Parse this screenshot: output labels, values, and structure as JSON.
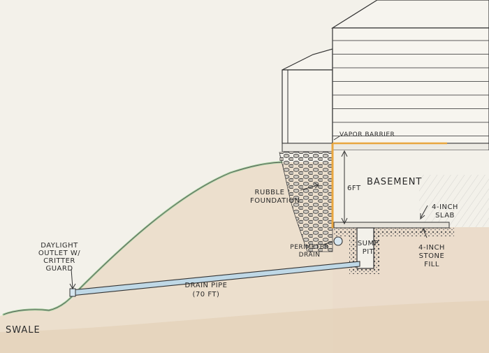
{
  "labels": {
    "vapor_barrier": "Vapor Barrier",
    "basement": "Basement",
    "height": "6FT",
    "slab_1": "4-inch",
    "slab_2": "Slab",
    "rubble_1": "Rubble",
    "rubble_2": "Foundation",
    "perimeter_1": "Perimeter",
    "perimeter_2": "Drain",
    "sump_1": "Sump",
    "sump_2": "Pit",
    "stone_1": "4-inch",
    "stone_2": "Stone",
    "stone_3": "Fill",
    "daylight_1": "Daylight",
    "daylight_2": "Outlet w/",
    "daylight_3": "Critter",
    "daylight_4": "Guard",
    "drain_pipe_1": "Drain Pipe",
    "drain_pipe_2": "(70 FT)",
    "swale": "Swale"
  },
  "colors": {
    "paper": "#f3f1ea",
    "soil": "#ecdfcd",
    "soil_dark": "#e2cdb2",
    "grass": "#9fcf9a",
    "pipe": "#bfd8e6",
    "foundation_line": "#e8a640",
    "stone": "#8a8a8a",
    "ink": "#2a2a2a"
  }
}
